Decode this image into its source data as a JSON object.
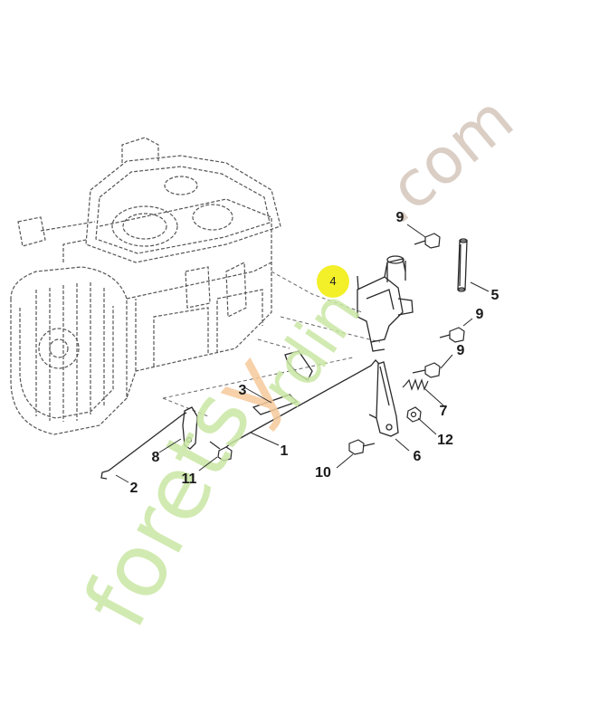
{
  "colors": {
    "line": "#2a2a2a",
    "dashed": "#555555",
    "highlight": "#f2ee1d",
    "watermark_green": "#c9e6a3",
    "watermark_orange": "#f6c99a",
    "watermark_gray": "#d3c6bb"
  },
  "watermark": {
    "part1": "forets",
    "part2": "y",
    "part3": "rdin",
    "part4": ".com"
  },
  "highlighted_callout": "4",
  "callouts": [
    "1",
    "2",
    "3",
    "5",
    "6",
    "7",
    "8",
    "9",
    "9",
    "9",
    "10",
    "11",
    "12"
  ]
}
